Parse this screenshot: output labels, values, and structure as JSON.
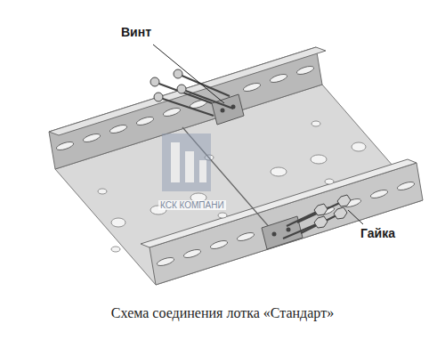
{
  "diagram": {
    "caption": "Схема соединения лотка «Стандарт»",
    "labels": [
      "Винт",
      "Гайка",
      "КСК КОМПАНИ"
    ]
  }
}
